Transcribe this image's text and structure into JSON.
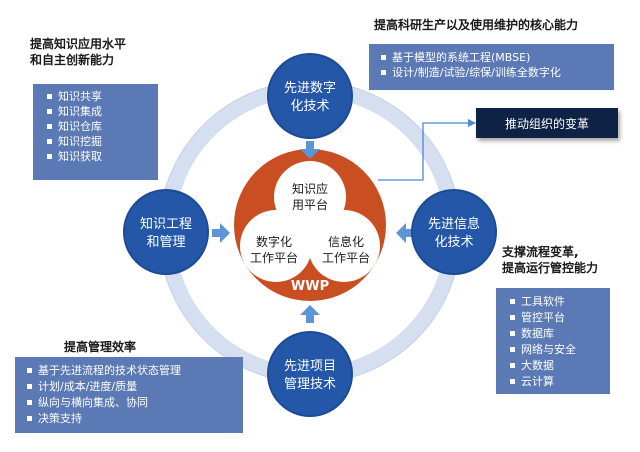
{
  "colors": {
    "ring": "#d5dff0",
    "node": "#2457a8",
    "node_edge": "#1d4a94",
    "arrow": "#5d94d6",
    "core": "#c94e22",
    "panel": "#5b79b5",
    "badge": "#0e2246",
    "connector": "#4a8bd0"
  },
  "nodes": {
    "top": [
      "先进数字",
      "化技术"
    ],
    "left": [
      "知识工程",
      "和管理"
    ],
    "right": [
      "先进信息",
      "化技术"
    ],
    "bottom": [
      "先进项目",
      "管理技术"
    ]
  },
  "core": {
    "top": [
      "知识应",
      "用平台"
    ],
    "left": [
      "数字化",
      "工作平台"
    ],
    "right": [
      "信息化",
      "工作平台"
    ],
    "label": "WWP"
  },
  "headings": {
    "top_left": [
      "提高知识应用水平",
      "和自主创新能力"
    ],
    "top_right": "提高科研生产以及使用维护的核心能力",
    "mid_right": [
      "支撑流程变革,",
      "提高运行管控能力"
    ],
    "bottom_left": "提高管理效率"
  },
  "panels": {
    "knowledge": [
      "知识共享",
      "知识集成",
      "知识仓库",
      "知识挖掘",
      "知识获取"
    ],
    "mbse": [
      "基于模型的系统工程(MBSE)",
      "设计/制造/试验/综保/训练全数字化"
    ],
    "tools": [
      "工具软件",
      "管控平台",
      "数据库",
      "网络与安全",
      "大数据",
      "云计算"
    ],
    "management": [
      "基于先进流程的技术状态管理",
      "计划/成本/进度/质量",
      "纵向与横向集成、协同",
      "决策支持"
    ]
  },
  "badge": "推动组织的变革"
}
